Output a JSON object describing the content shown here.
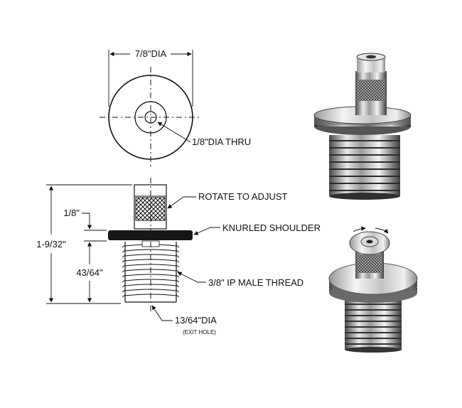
{
  "labels": {
    "top_diameter": "7/8\"DIA",
    "thru_hole": "1/8\"DIA THRU",
    "rotate": "ROTATE TO ADJUST",
    "shoulder_height": "1/8\"",
    "shoulder": "KNURLED SHOULDER",
    "overall_height": "1-9/32\"",
    "thread_length": "43/64\"",
    "thread": "3/8\" IP MALE THREAD",
    "exit_diameter": "13/64\"DIA",
    "exit_note": "(EXIT HOLE)"
  }
}
